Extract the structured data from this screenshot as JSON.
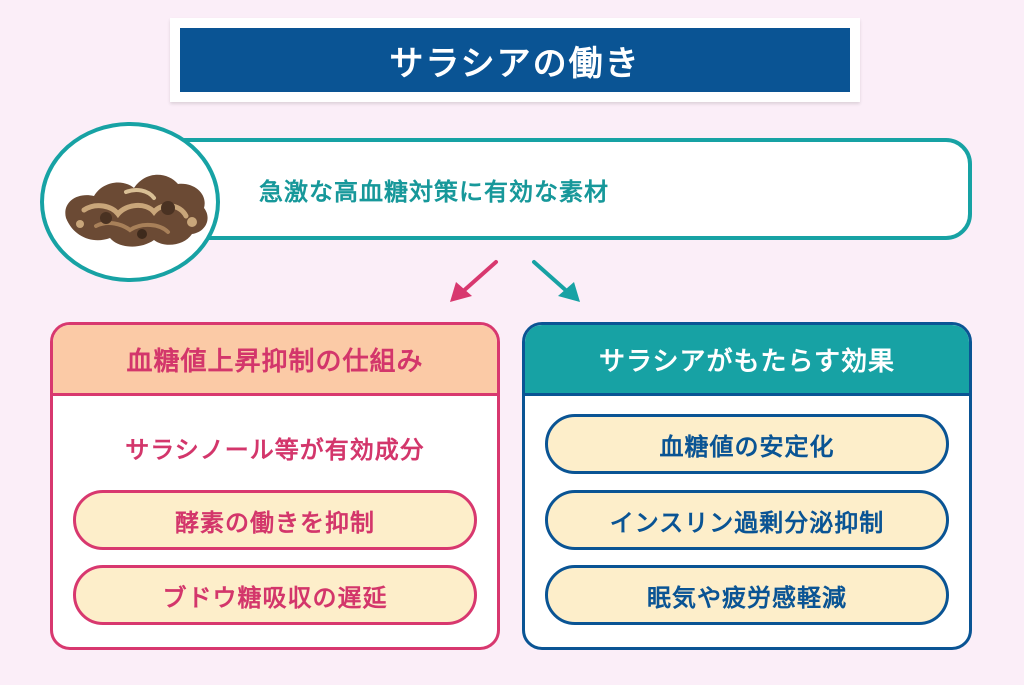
{
  "title": "サラシアの働き",
  "intro": {
    "text": "急激な高血糖対策に有効な素材"
  },
  "left_panel": {
    "heading": "血糖値上昇抑制の仕組み",
    "subheading": "サラシノール等が有効成分",
    "items": [
      "酵素の働きを抑制",
      "ブドウ糖吸収の遅延"
    ]
  },
  "right_panel": {
    "heading": "サラシアがもたらす効果",
    "items": [
      "血糖値の安定化",
      "インスリン過剰分泌抑制",
      "眠気や疲労感軽減"
    ]
  },
  "colors": {
    "background": "#fbeef8",
    "title_bar": "#0a5494",
    "teal": "#17a2a4",
    "pink": "#d8386f",
    "peach": "#fbcaa6",
    "cream": "#fdeeca"
  }
}
